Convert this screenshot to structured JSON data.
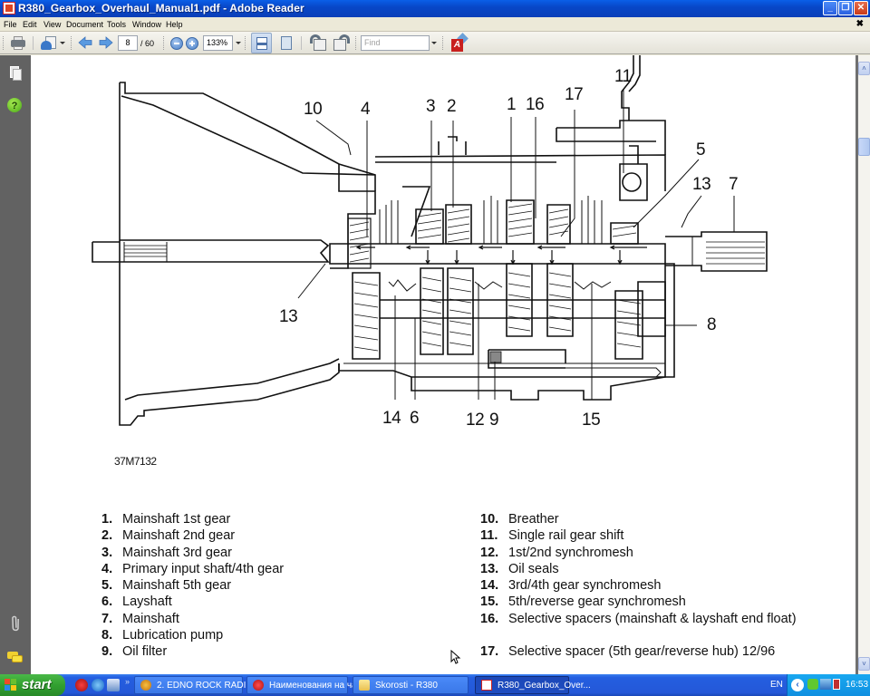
{
  "window": {
    "title": "R380_Gearbox_Overhaul_Manual1.pdf - Adobe Reader",
    "controls": {
      "minimize": "_",
      "maximize": "❐",
      "close": "✕"
    }
  },
  "menu": {
    "items": [
      "File",
      "Edit",
      "View",
      "Document",
      "Tools",
      "Window",
      "Help"
    ],
    "close_doc": "✖"
  },
  "toolbar": {
    "icons": [
      "printer-icon",
      "collaborate-icon",
      "previous-page-icon",
      "next-page-icon",
      "zoom-out-icon",
      "zoom-in-icon",
      "fit-page-icon",
      "fit-window-icon",
      "rotate-ccw-icon",
      "rotate-cw-icon",
      "adobe-online-icon"
    ],
    "page_current": "8",
    "page_total": "/ 60",
    "zoom_value": "133%",
    "find_placeholder": "Find"
  },
  "navigation_pane": {
    "icons": [
      "pages-icon",
      "help-icon",
      "attachments-icon",
      "comments-icon"
    ],
    "help_glyph": "?",
    "clip_glyph": "⌀"
  },
  "document": {
    "figure_ref": "37M7132",
    "callouts": [
      {
        "id": "10",
        "label": "10"
      },
      {
        "id": "4",
        "label": "4"
      },
      {
        "id": "3",
        "label": "3"
      },
      {
        "id": "2",
        "label": "2"
      },
      {
        "id": "1",
        "label": "1"
      },
      {
        "id": "16",
        "label": "16"
      },
      {
        "id": "17",
        "label": "17"
      },
      {
        "id": "11",
        "label": "11"
      },
      {
        "id": "5",
        "label": "5"
      },
      {
        "id": "13a",
        "label": "13"
      },
      {
        "id": "7",
        "label": "7"
      },
      {
        "id": "13b",
        "label": "13"
      },
      {
        "id": "8",
        "label": "8"
      },
      {
        "id": "14",
        "label": "14"
      },
      {
        "id": "6",
        "label": "6"
      },
      {
        "id": "12",
        "label": "12"
      },
      {
        "id": "9",
        "label": "9"
      },
      {
        "id": "15",
        "label": "15"
      }
    ],
    "legend_left": [
      {
        "num": "1.",
        "text": "Mainshaft 1st gear"
      },
      {
        "num": "2.",
        "text": "Mainshaft 2nd gear"
      },
      {
        "num": "3.",
        "text": "Mainshaft 3rd gear"
      },
      {
        "num": "4.",
        "text": "Primary input shaft/4th gear"
      },
      {
        "num": "5.",
        "text": "Mainshaft 5th gear"
      },
      {
        "num": "6.",
        "text": "Layshaft"
      },
      {
        "num": "7.",
        "text": "Mainshaft"
      },
      {
        "num": "8.",
        "text": "Lubrication pump"
      },
      {
        "num": "9.",
        "text": "Oil filter"
      }
    ],
    "legend_right": [
      {
        "num": "10.",
        "text": "Breather"
      },
      {
        "num": "11.",
        "text": "Single rail gear shift"
      },
      {
        "num": "12.",
        "text": "1st/2nd synchromesh"
      },
      {
        "num": "13.",
        "text": "Oil seals"
      },
      {
        "num": "14.",
        "text": "3rd/4th gear synchromesh"
      },
      {
        "num": "15.",
        "text": "5th/reverse gear synchromesh"
      },
      {
        "num": "16.",
        "text": "Selective spacers (mainshaft & layshaft end float)"
      },
      {
        "num": "17.",
        "text": "Selective spacer (5th gear/reverse hub) 12/96"
      }
    ]
  },
  "scrollbar": {
    "up": "˄",
    "down": "˅"
  },
  "taskbar": {
    "start_label": "start",
    "quick_launch": [
      "opera-icon",
      "internet-explorer-icon",
      "media-icon"
    ],
    "chevron": "»",
    "tasks": [
      {
        "label": "2. EDNO ROCK RADI...",
        "icon": "winamp-icon",
        "active": false
      },
      {
        "label": "Наименования на ча...",
        "icon": "opera-icon",
        "active": false
      },
      {
        "label": "Skorosti - R380",
        "icon": "folder-icon",
        "active": false
      },
      {
        "label": "R380_Gearbox_Over...",
        "icon": "pdf-icon",
        "active": true
      }
    ],
    "language": "EN",
    "tray_chevron": "‹",
    "clock": "16:53"
  },
  "colors": {
    "titlebar": "#0a4fd8",
    "nav_pane": "#626262",
    "taskbar": "#2458d8",
    "start_button": "#32a030",
    "tray": "#1090e0"
  }
}
